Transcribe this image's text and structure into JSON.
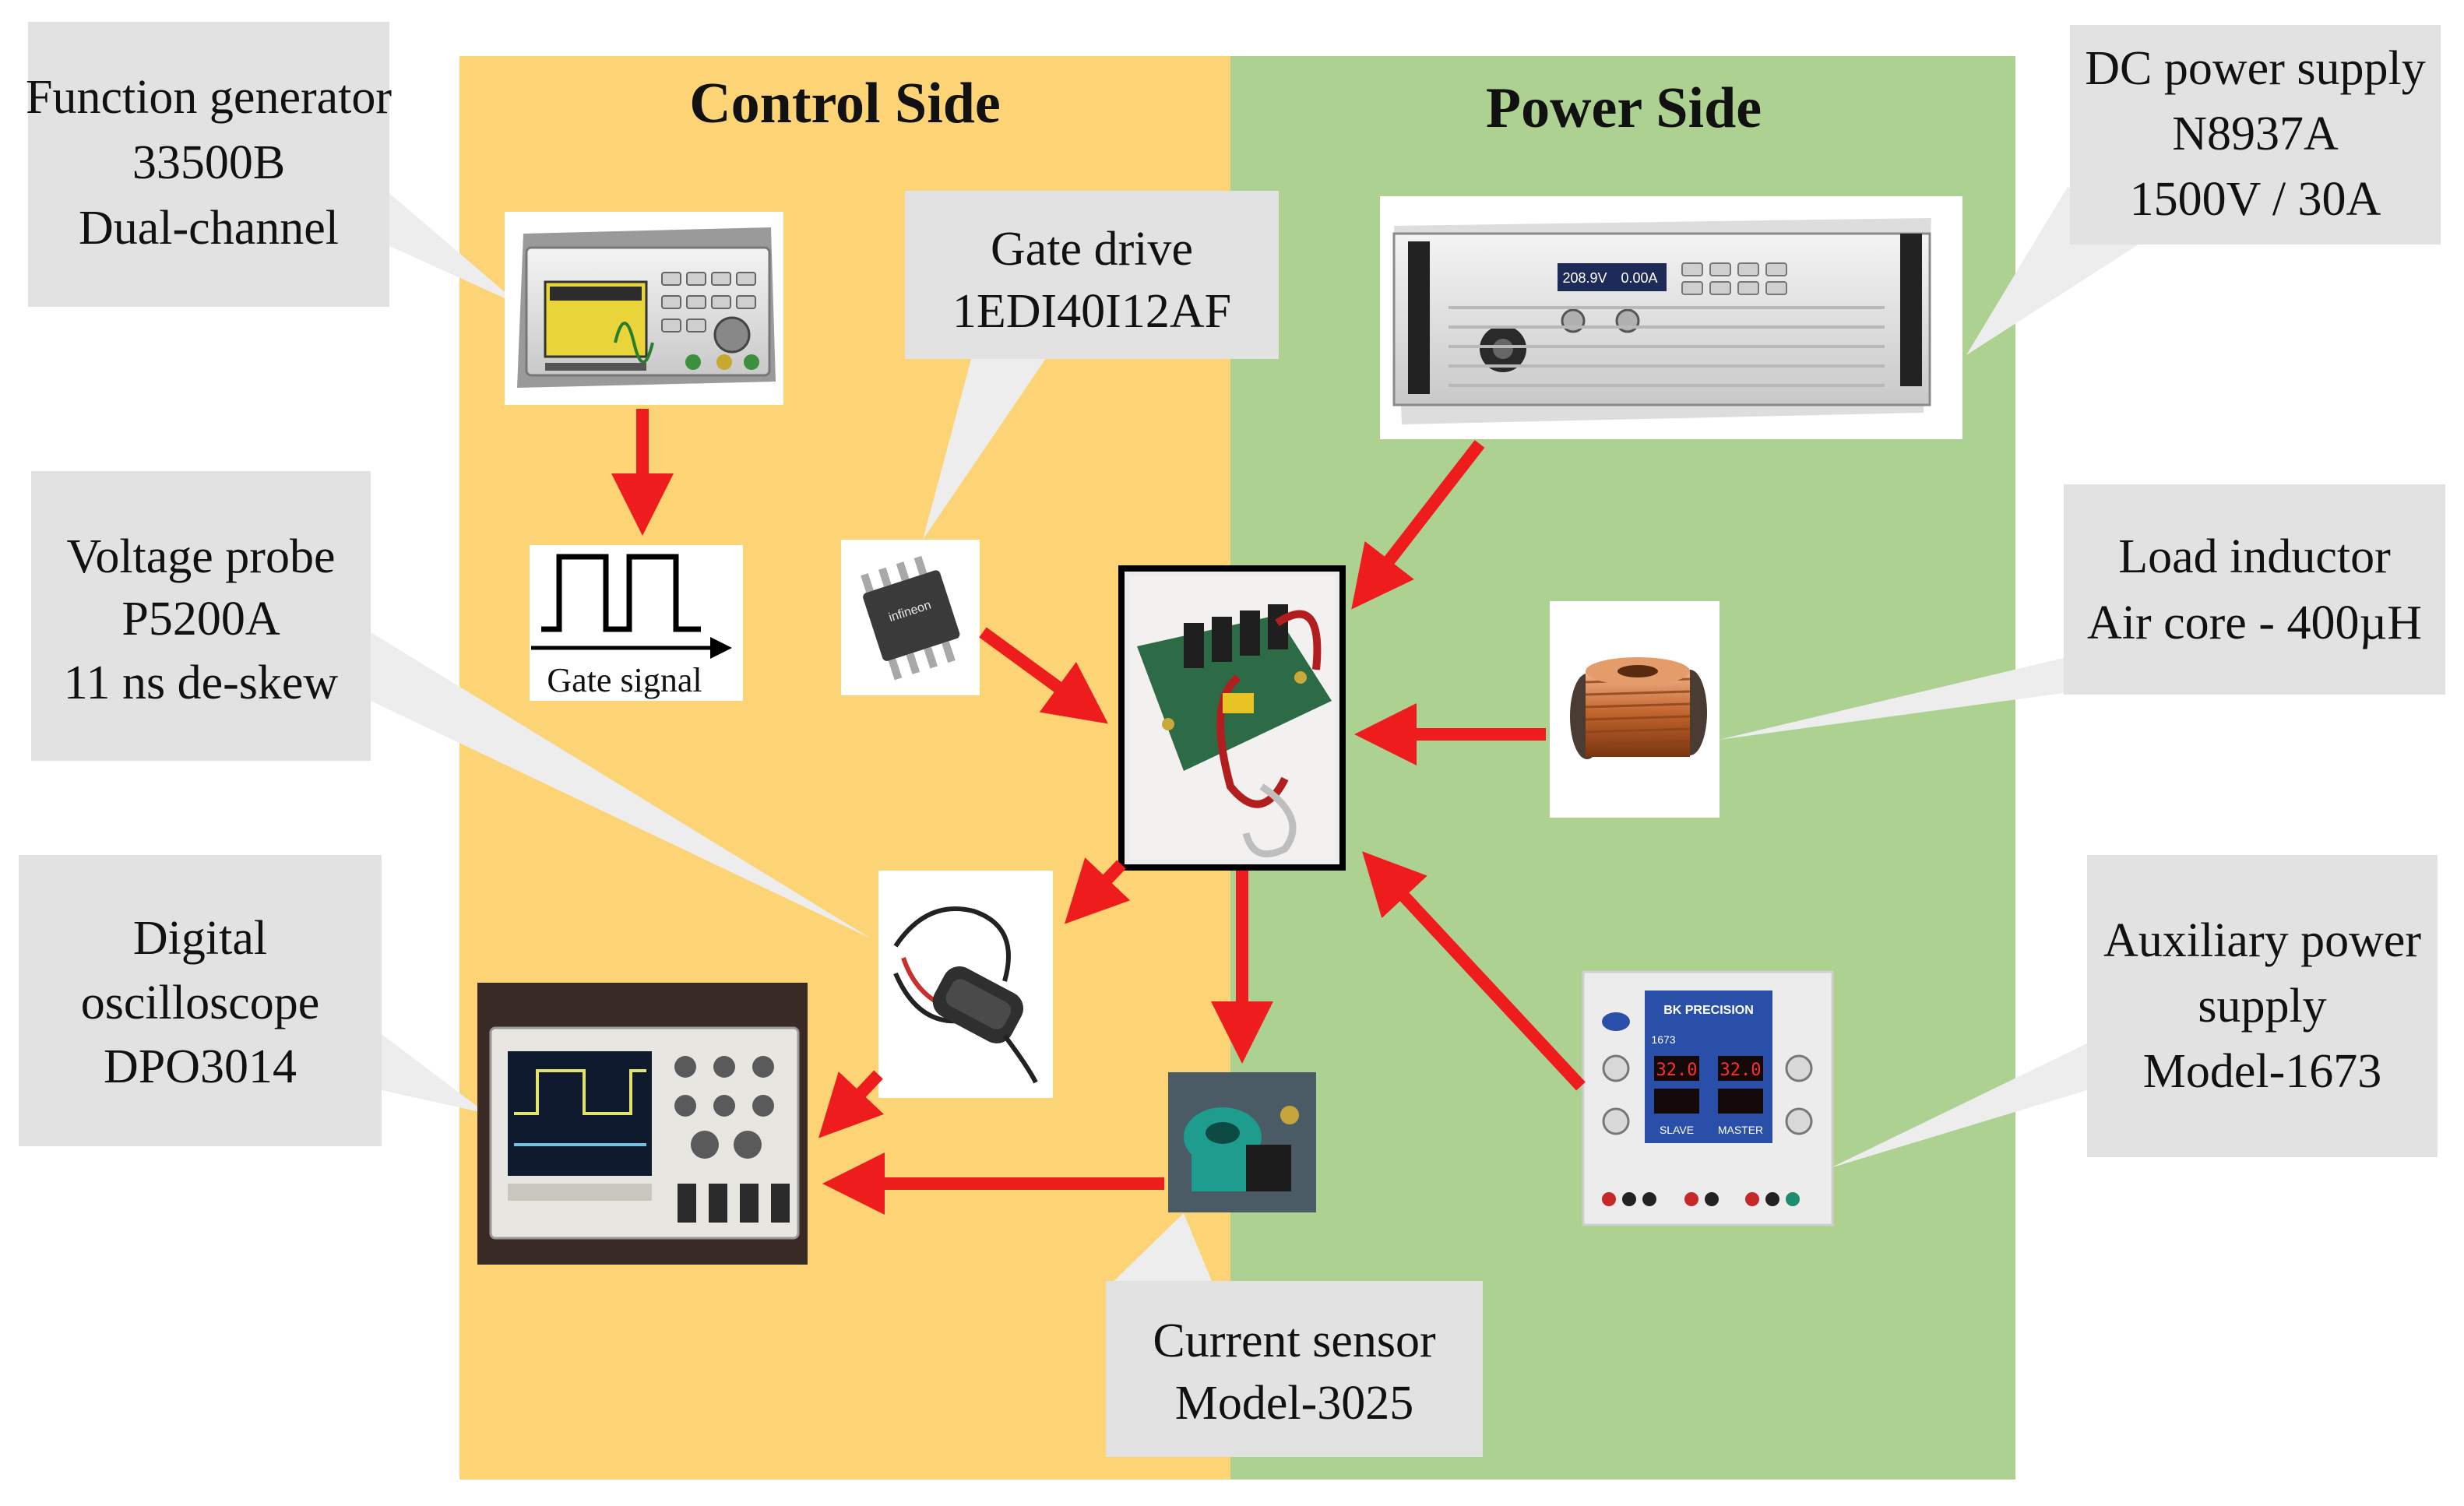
{
  "sides": {
    "control": {
      "title": "Control Side",
      "color": "#FDD475"
    },
    "power": {
      "title": "Power Side",
      "color": "#ACD190"
    }
  },
  "callouts": {
    "function_generator": {
      "lines": [
        "Function generator",
        "33500B",
        "Dual-channel"
      ]
    },
    "gate_drive": {
      "lines": [
        "Gate drive",
        "1EDI40I12AF"
      ]
    },
    "dc_power_supply": {
      "lines": [
        "DC power supply",
        "N8937A",
        "1500V / 30A"
      ]
    },
    "voltage_probe": {
      "lines": [
        "Voltage probe",
        "P5200A",
        "11 ns de-skew"
      ]
    },
    "load_inductor": {
      "lines": [
        "Load inductor",
        "Air core - 400µH"
      ]
    },
    "digital_oscilloscope": {
      "lines": [
        "Digital",
        "oscilloscope",
        "DPO3014"
      ]
    },
    "auxiliary_power_supply": {
      "lines": [
        "Auxiliary power",
        "supply",
        "Model-1673"
      ]
    },
    "current_sensor": {
      "lines": [
        "Current sensor",
        "Model-3025"
      ]
    }
  },
  "gate_signal": {
    "label": "Gate signal"
  },
  "device_labels": {
    "gate_chip_brand": "infineon",
    "dc_display_voltage": "208.9V",
    "dc_display_current": "0.00A",
    "aux_brand": "BK PRECISION",
    "aux_model": "1673",
    "aux_slave": "SLAVE",
    "aux_master": "MASTER",
    "aux_display": "32.0"
  },
  "colors": {
    "arrow": "#EE1C1C",
    "callout_fill": "#E2E2E2",
    "callout_pointer": "#EDEDED"
  }
}
